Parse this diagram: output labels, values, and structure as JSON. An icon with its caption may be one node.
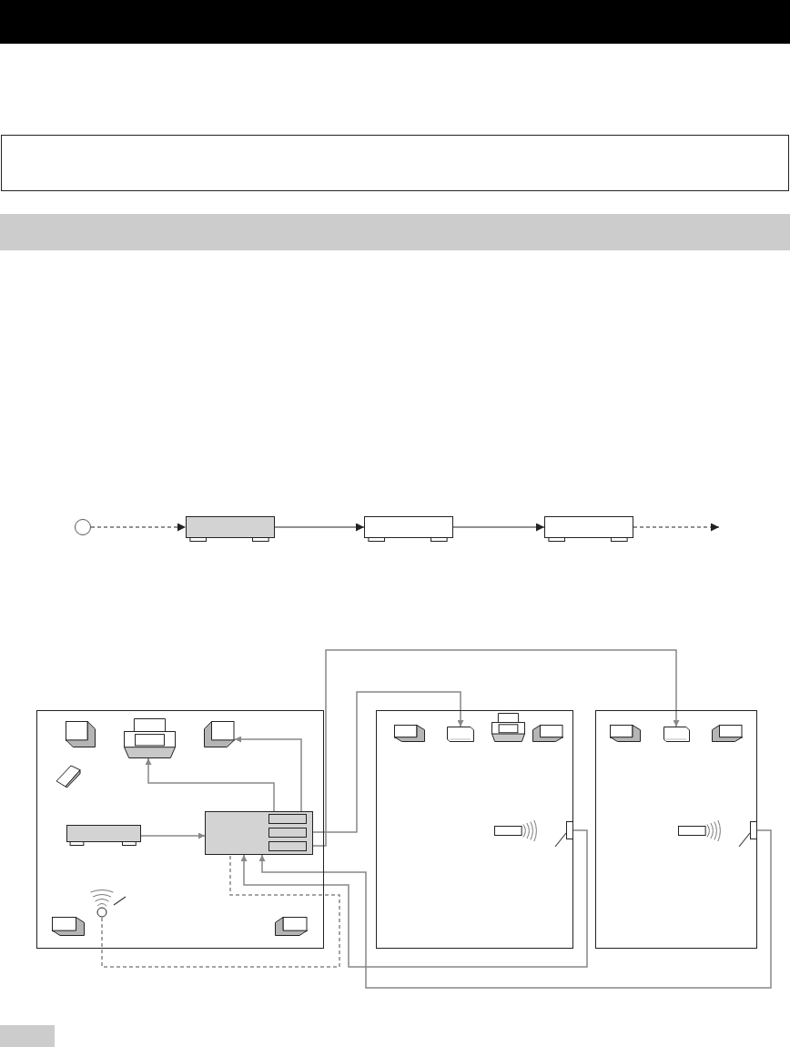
{
  "diagram": {
    "nodes": [
      {
        "text": [],
        "shape": "circle"
      },
      {
        "text": [],
        "shape": "box"
      },
      {
        "text": [],
        "shape": "box"
      },
      {
        "text": [],
        "shape": "box"
      },
      {
        "text": [],
        "shape": "box"
      },
      {
        "text": [],
        "shape": "speaker",
        "in": 4
      },
      {
        "text": [],
        "shape": "television",
        "in": 4
      },
      {
        "text": [],
        "shape": "speaker",
        "in": 4
      },
      {
        "text": [],
        "shape": "speaker",
        "in": 4
      },
      {
        "text": [],
        "shape": "box",
        "in": 4
      },
      {
        "text": [],
        "shape": "box",
        "in": 4
      },
      {
        "text": [],
        "shape": "box",
        "in": 10
      },
      {
        "text": [],
        "shape": "box",
        "in": 10
      },
      {
        "text": [],
        "shape": "box",
        "in": 10
      },
      {
        "text": [],
        "shape": "sensor",
        "in": 4
      },
      {
        "text": [],
        "shape": "speaker",
        "in": 4
      },
      {
        "text": [],
        "shape": "speaker",
        "in": 4
      },
      {
        "text": [],
        "shape": "box"
      },
      {
        "text": [],
        "shape": "speaker",
        "in": 17
      },
      {
        "text": [],
        "shape": "speaker",
        "in": 17
      },
      {
        "text": [],
        "shape": "television",
        "in": 17
      },
      {
        "text": [],
        "shape": "speaker",
        "in": 17
      },
      {
        "text": [],
        "shape": "remote",
        "in": 17
      },
      {
        "text": [],
        "shape": "box",
        "in": 17
      },
      {
        "text": [],
        "shape": "box"
      },
      {
        "text": [],
        "shape": "speaker",
        "in": 24
      },
      {
        "text": [],
        "shape": "speaker",
        "in": 24
      },
      {
        "text": [],
        "shape": "speaker",
        "in": 24
      },
      {
        "text": [],
        "shape": "remote",
        "in": 24
      },
      {
        "text": [],
        "shape": "box",
        "in": 24
      },
      {
        "text": [],
        "shape": "bar"
      },
      {
        "text": [],
        "shape": "box"
      },
      {
        "text": [],
        "shape": "bar"
      },
      {
        "text": [],
        "shape": "bar"
      }
    ],
    "edges": [
      {
        "from": 0,
        "to": 1,
        "arrow": "to",
        "style": "dashed",
        "color": "#222222"
      },
      {
        "from": 1,
        "to": 2,
        "arrow": "to",
        "color": "#222222"
      },
      {
        "from": 2,
        "to": 3,
        "arrow": "to",
        "color": "#222222"
      },
      {
        "from": 3,
        "to": null,
        "arrow": "to",
        "style": "dashed",
        "color": "#222222"
      },
      {
        "from": 11,
        "to": 6,
        "arrow": "to"
      },
      {
        "from": 11,
        "to": 7,
        "arrow": "to"
      },
      {
        "from": 9,
        "to": 10,
        "arrow": "to"
      },
      {
        "from": 12,
        "to": 19,
        "arrow": "to"
      },
      {
        "from": 13,
        "to": 26,
        "arrow": "to"
      },
      {
        "from": 23,
        "to": 10,
        "arrow": "to"
      },
      {
        "from": 29,
        "to": 10,
        "arrow": "to"
      },
      {
        "from": 14,
        "to": 10,
        "arrow": "none",
        "style": "dashed"
      },
      {
        "from": 14,
        "to": null,
        "arrow": "none",
        "color": "#333333"
      },
      {
        "from": 23,
        "to": null,
        "arrow": "none",
        "color": "#333333"
      },
      {
        "from": 29,
        "to": null,
        "arrow": "none",
        "color": "#333333"
      }
    ]
  }
}
